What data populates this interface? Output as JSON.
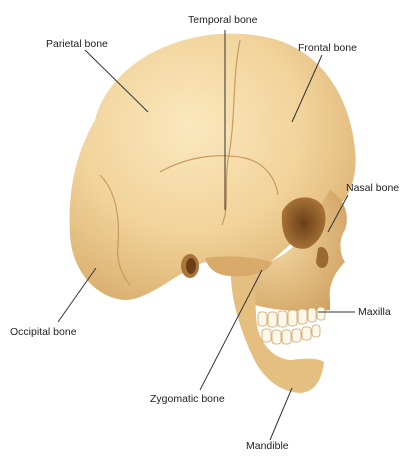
{
  "labels": {
    "temporal": "Temporal bone",
    "parietal": "Parietal bone",
    "frontal": "Frontal bone",
    "nasal": "Nasal bone",
    "maxilla": "Maxilla",
    "occipital": "Occipital bone",
    "zygomatic": "Zygomatic bone",
    "mandible": "Mandible"
  },
  "colors": {
    "bone_light": "#f6dfaa",
    "bone_mid": "#eccb8c",
    "bone_shadow": "#d4a868",
    "bone_dark": "#a67a3f",
    "socket": "#8a5a28",
    "teeth": "#fdf8ea",
    "suture": "#c99a5c",
    "leader": "#333333",
    "label_text": "#222222"
  }
}
